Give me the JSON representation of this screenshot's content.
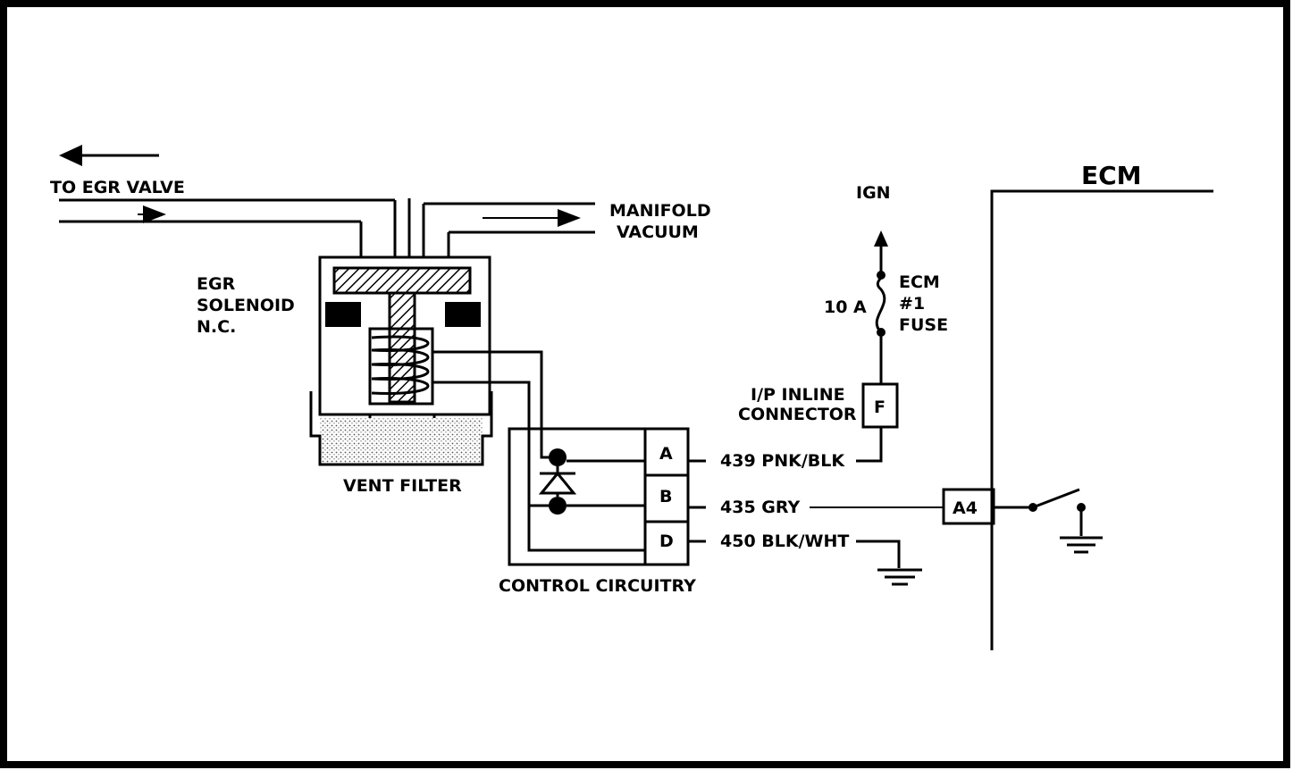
{
  "labels": {
    "to_egr_valve": "TO EGR VALVE",
    "manifold_1": "MANIFOLD",
    "manifold_2": "VACUUM",
    "solenoid_1": "EGR",
    "solenoid_2": "SOLENOID",
    "solenoid_3": "N.C.",
    "vent_filter": "VENT FILTER",
    "control_circuitry": "CONTROL CIRCUITRY",
    "ign": "IGN",
    "fuse_rating": "10 A",
    "fuse_1": "ECM",
    "fuse_2": "#1",
    "fuse_3": "FUSE",
    "connector_1": "I/P INLINE",
    "connector_2": "CONNECTOR",
    "connector_pin": "F",
    "ecm": "ECM",
    "ecm_pin": "A4"
  },
  "pins": [
    {
      "pin": "A",
      "wire": "439 PNK/BLK"
    },
    {
      "pin": "B",
      "wire": "435 GRY"
    },
    {
      "pin": "D",
      "wire": "450 BLK/WHT"
    }
  ]
}
